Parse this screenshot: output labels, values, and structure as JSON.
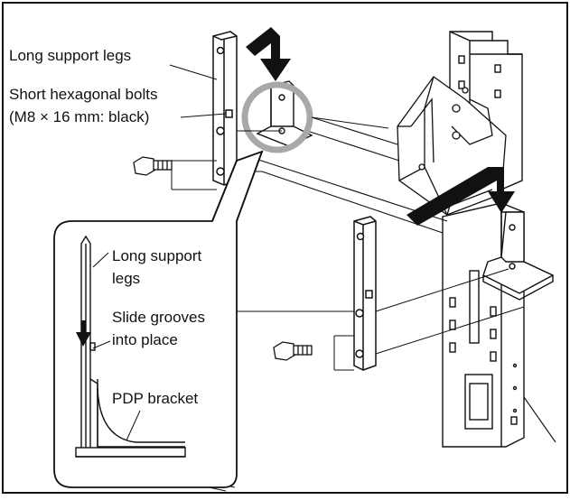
{
  "labels": {
    "long_support_legs": "Long support legs",
    "short_bolts_line1": "Short hexagonal bolts",
    "short_bolts_line2": "(M8 × 16 mm: black)",
    "inset_legs_line1": "Long support",
    "inset_legs_line2": "legs",
    "slide_line1": "Slide grooves",
    "slide_line2": "into place",
    "pdp_bracket": "PDP bracket"
  },
  "colors": {
    "line": "#111111",
    "magnifier_ring": "#a8a8a8",
    "arrow": "#111111"
  }
}
